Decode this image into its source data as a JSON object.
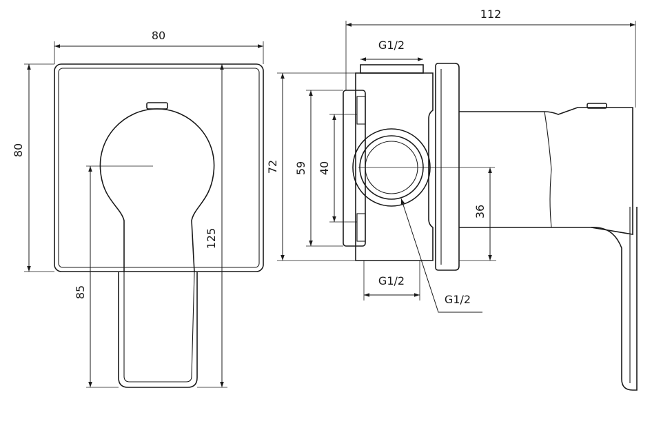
{
  "dimensions": {
    "front_width": "80",
    "front_height": "80",
    "overall_height": "125",
    "axis_to_bottom": "85",
    "side_height": "72",
    "inner_height": "59",
    "spacing": "40",
    "axis_offset": "36",
    "overall_depth": "112",
    "thread_top": "G1/2",
    "thread_bottom": "G1/2",
    "thread_center": "G1/2"
  }
}
